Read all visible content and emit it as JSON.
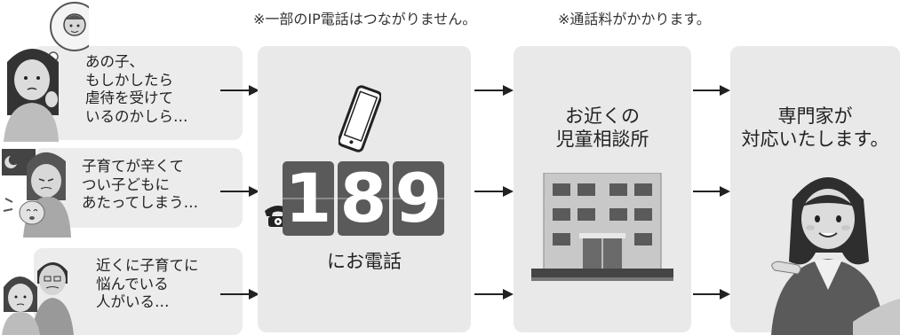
{
  "notes": {
    "ip_phone": "※一部のIP電話はつながりません。",
    "call_fee": "※通話料がかかります。"
  },
  "cases": [
    {
      "text": "あの子、\nもしかしたら\n虐待を受けて\nいるのかしら…"
    },
    {
      "text": "子育てが辛くて\nつい子どもに\nあたってしまう…"
    },
    {
      "text": "近くに子育てに\n悩んでいる\n人がいる…"
    }
  ],
  "hotline": {
    "digits": [
      "1",
      "8",
      "9"
    ],
    "label": "にお電話",
    "icons": [
      "smartphone-icon",
      "telephone-icon"
    ]
  },
  "office": {
    "title": "お近くの\n児童相談所",
    "icon": "building-icon"
  },
  "expert": {
    "title": "専門家が\n対応いたします。",
    "icon": "counselor-icon"
  }
}
